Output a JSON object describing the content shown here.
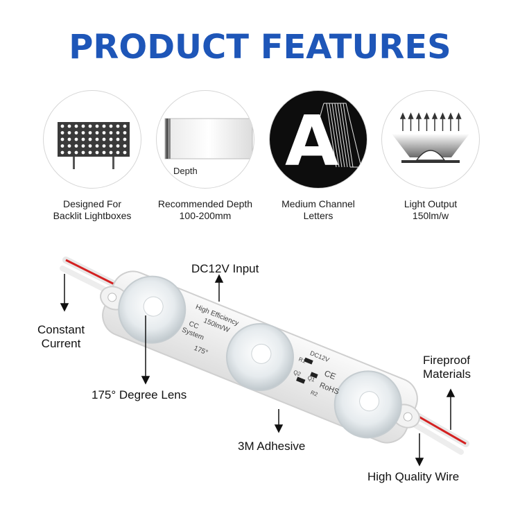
{
  "title": {
    "text": "PRODUCT FEATURES",
    "color": "#1e56b8"
  },
  "features": [
    {
      "label_line1": "Designed For",
      "label_line2": "Backlit Lightboxes",
      "icon": "led-lightbox-icon"
    },
    {
      "label_line1": "Recommended Depth",
      "label_line2": "100-200mm",
      "icon": "lightbox-depth-icon",
      "icon_text": "Depth"
    },
    {
      "label_line1": "Medium Channel",
      "label_line2": "Letters",
      "icon": "channel-letter-icon",
      "icon_text": "A"
    },
    {
      "label_line1": "Light Output",
      "label_line2": "150lm/w",
      "icon": "light-output-icon"
    }
  ],
  "callouts": {
    "dc_input": "DC12V Input",
    "constant_current_1": "Constant",
    "constant_current_2": "Current",
    "degree_lens": "175° Degree Lens",
    "adhesive": "3M Adhesive",
    "fireproof_1": "Fireproof",
    "fireproof_2": "Materials",
    "wire": "High Quality Wire"
  },
  "module_print": {
    "line1": "High Efficiency",
    "line2": "150lm/W",
    "line3": "CC",
    "line4": "System",
    "angle": "175°",
    "voltage": "DC12V",
    "ce": "CE",
    "rohs": "RoHS",
    "r1": "R1",
    "r2": "R2",
    "q1": "Q1",
    "q2": "Q2"
  },
  "colors": {
    "wire_red": "#d42020",
    "arrow": "#111111"
  }
}
